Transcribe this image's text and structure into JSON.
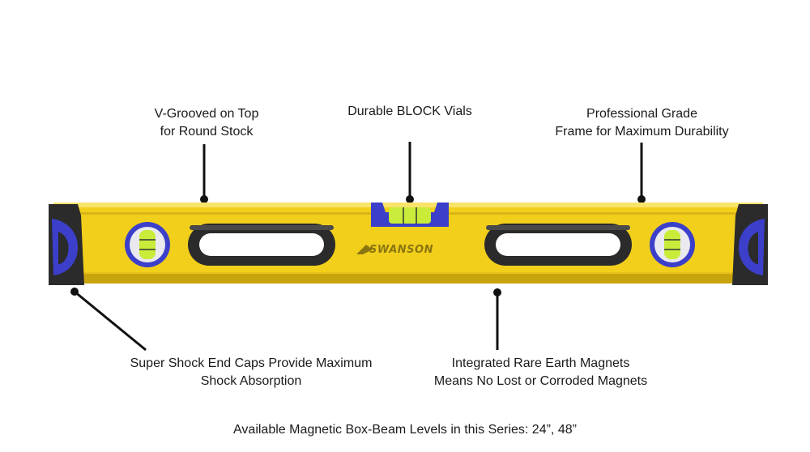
{
  "callouts": {
    "top_left": {
      "line1": "V-Grooved on Top",
      "line2": "for Round Stock"
    },
    "top_center": {
      "line1": "Durable BLOCK Vials"
    },
    "top_right": {
      "line1": "Professional Grade",
      "line2": "Frame for Maximum Durability"
    },
    "bottom_left": {
      "line1": "Super Shock End Caps Provide Maximum",
      "line2": "Shock Absorption"
    },
    "bottom_right": {
      "line1": "Integrated Rare Earth Magnets",
      "line2": "Means No Lost or Corroded Magnets"
    }
  },
  "footer": "Available Magnetic Box-Beam Levels in this Series: 24”, 48”",
  "brand": "SWANSON",
  "colors": {
    "body": "#f2cf1b",
    "body_shadow": "#c9a50d",
    "endcap": "#2b2b2b",
    "accent": "#3b3fc9",
    "vial": "#c9ec3a"
  }
}
